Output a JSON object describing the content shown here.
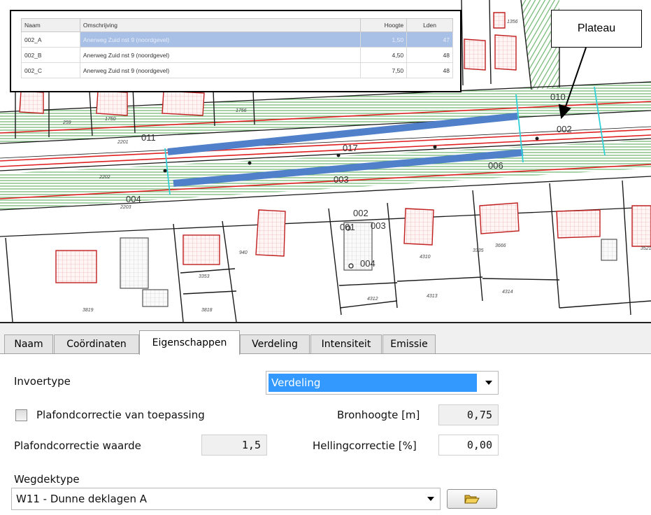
{
  "table": {
    "headers": [
      "Naam",
      "Omschrijving",
      "Hoogte",
      "Lden"
    ],
    "rows": [
      {
        "naam": "002_A",
        "omschrijving": "Anerweg Zuid nst 9 (noordgevel)",
        "hoogte": "1,50",
        "lden": "47"
      },
      {
        "naam": "002_B",
        "omschrijving": "Anerweg Zuid nst 9 (noordgevel)",
        "hoogte": "4,50",
        "lden": "48"
      },
      {
        "naam": "002_C",
        "omschrijving": "Anerweg Zuid nst 9 (noordgevel)",
        "hoogte": "7,50",
        "lden": "48"
      }
    ]
  },
  "callout": "Plateau",
  "map": {
    "segments": [
      "010",
      "002",
      "011",
      "017",
      "006",
      "003",
      "004",
      "002",
      "001",
      "003",
      "004"
    ],
    "parcels": [
      "259",
      "1750",
      "1756",
      "1356",
      "2201",
      "2202",
      "2203",
      "940",
      "3353",
      "3819",
      "3818",
      "4312",
      "4313",
      "4314",
      "4310",
      "3335",
      "3666",
      "3521"
    ]
  },
  "tabs": [
    "Naam",
    "Coördinaten",
    "Eigenschappen",
    "Verdeling",
    "Intensiteit",
    "Emissie"
  ],
  "form": {
    "invoertype_label": "Invoertype",
    "invoertype_value": "Verdeling",
    "plafond_check_label": "Plafondcorrectie van toepassing",
    "bronhoogte_label": "Bronhoogte [m]",
    "bronhoogte_value": "0,75",
    "plafond_waarde_label": "Plafondcorrectie waarde",
    "plafond_waarde_value": "1,5",
    "helling_label": "Hellingcorrectie [%]",
    "helling_value": "0,00",
    "wegdek_label": "Wegdektype",
    "wegdek_value": "W11 - Dunne deklagen A"
  },
  "colors": {
    "hatch_green": "#5aa55a",
    "road_red": "#e02020",
    "plateau_blue": "#4f80c9",
    "cyan": "#30d0d8",
    "selection": "#3399ff",
    "building_red": "#c02020"
  }
}
